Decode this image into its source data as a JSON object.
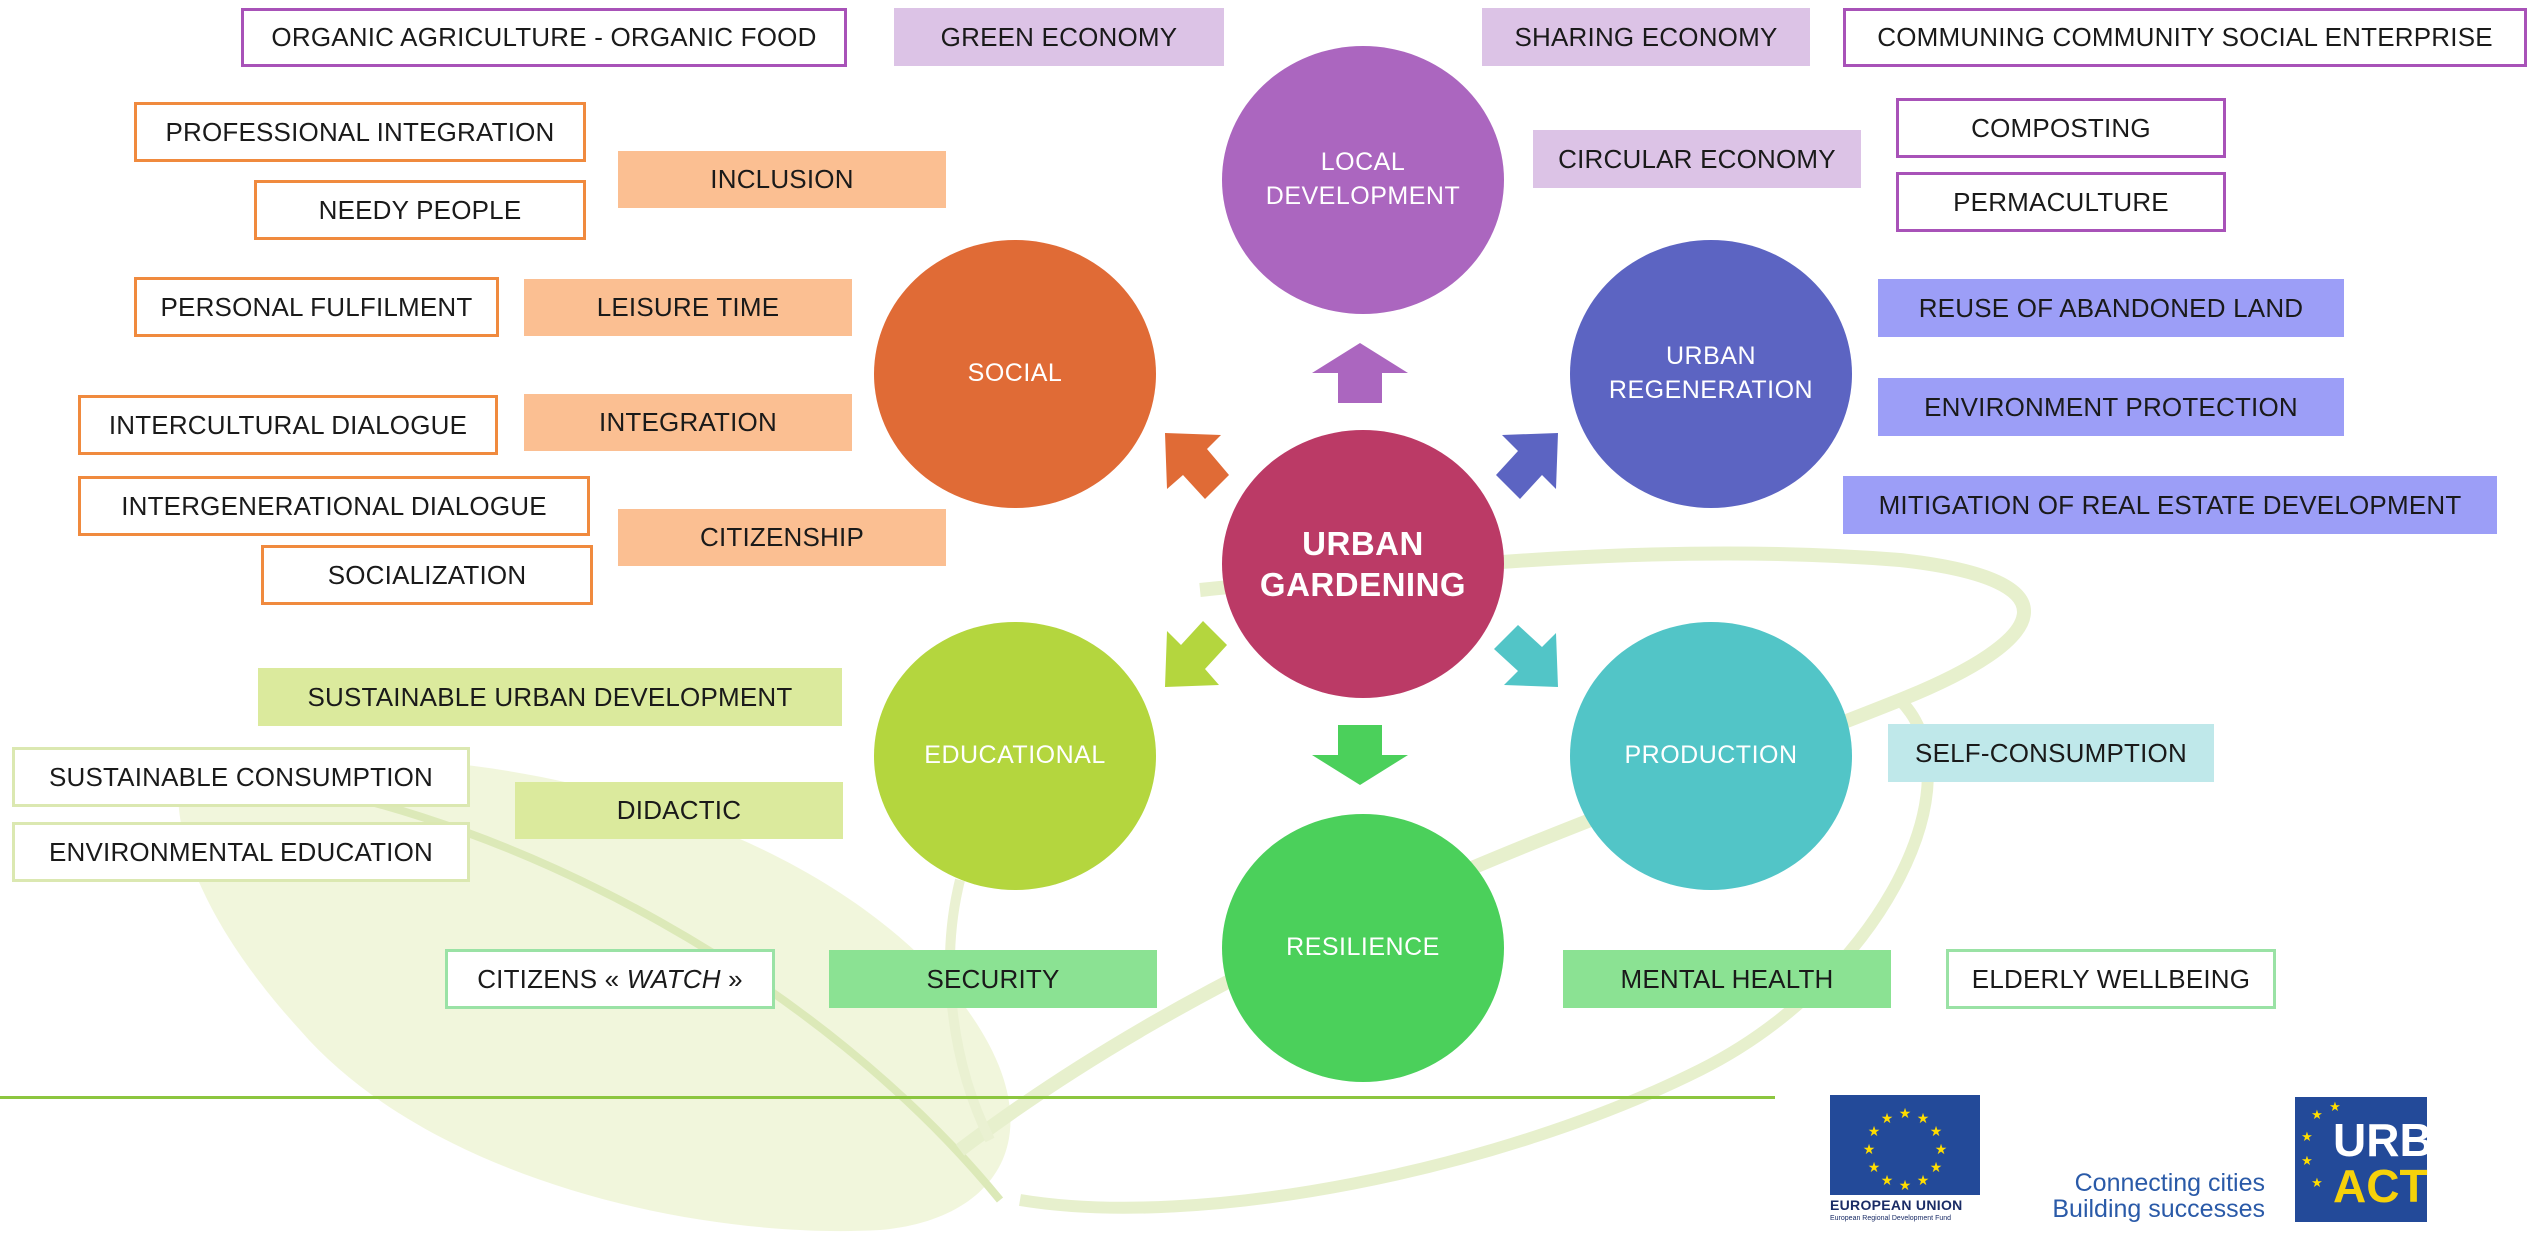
{
  "center": {
    "line1": "URBAN",
    "line2": "GARDENING",
    "color": "#bb3a66"
  },
  "circles": [
    {
      "id": "local-development",
      "line1": "LOCAL",
      "line2": "DEVELOPMENT",
      "color": "#ab66bf"
    },
    {
      "id": "social",
      "line1": "SOCIAL",
      "line2": "",
      "color": "#e06b36"
    },
    {
      "id": "urban-regeneration",
      "line1": "URBAN",
      "line2": "REGENERATION",
      "color": "#5c64c2"
    },
    {
      "id": "educational",
      "line1": "EDUCATIONAL",
      "line2": "",
      "color": "#b4d63e"
    },
    {
      "id": "production",
      "line1": "PRODUCTION",
      "line2": "",
      "color": "#52c5c7"
    },
    {
      "id": "resilience",
      "line1": "RESILIENCE",
      "line2": "",
      "color": "#4bd05b"
    }
  ],
  "tags": {
    "organic": "ORGANIC AGRICULTURE - ORGANIC FOOD",
    "green_economy": "GREEN ECONOMY",
    "sharing_economy": "SHARING ECONOMY",
    "communing": "COMMUNING  COMMUNITY SOCIAL ENTERPRISE",
    "circular_economy": "CIRCULAR ECONOMY",
    "composting": "COMPOSTING",
    "permaculture": "PERMACULTURE",
    "professional_integration": "PROFESSIONAL INTEGRATION",
    "inclusion": "INCLUSION",
    "needy_people": "NEEDY PEOPLE",
    "personal_fulfilment": "PERSONAL FULFILMENT",
    "leisure_time": "LEISURE TIME",
    "intercultural_dialogue": "INTERCULTURAL DIALOGUE",
    "integration": "INTEGRATION",
    "intergenerational_dialogue": "INTERGENERATIONAL DIALOGUE",
    "citizenship": "CITIZENSHIP",
    "socialization": "SOCIALIZATION",
    "reuse_land": "REUSE OF ABANDONED LAND",
    "environment_protection": "ENVIRONMENT PROTECTION",
    "mitigation": "MITIGATION OF REAL ESTATE DEVELOPMENT",
    "sustainable_urban": "SUSTAINABLE URBAN DEVELOPMENT",
    "sustainable_consumption": "SUSTAINABLE CONSUMPTION",
    "didactic": "DIDACTIC",
    "environmental_education": "ENVIRONMENTAL EDUCATION",
    "self_consumption": "SELF-CONSUMPTION",
    "citizens_prefix": "CITIZENS « ",
    "citizens_watch": "WATCH",
    "citizens_suffix": " »",
    "security": "SECURITY",
    "mental_health": "MENTAL HEALTH",
    "elderly_wellbeing": "ELDERLY WELLBEING"
  },
  "footer": {
    "eu_name": "EUROPEAN UNION",
    "eu_fund": "European Regional Development Fund",
    "tagline_line1": "Connecting cities",
    "tagline_line2": "Building successes",
    "urbact_line1": "URB",
    "urbact_line2": "ACT"
  },
  "colors": {
    "purple_fill": "#dcc3e6",
    "purple_border": "#a852b8",
    "orange_fill": "#fbbf92",
    "orange_border": "#f08a3e",
    "blue_fill": "#9c9ef7",
    "green_fill": "#dbea9d",
    "green_border": "#dbe8b1",
    "teal_fill": "#bfe8ea",
    "mint_fill": "#8be293",
    "mint_border": "#9ae2a5",
    "divider": "#8cc63f"
  }
}
